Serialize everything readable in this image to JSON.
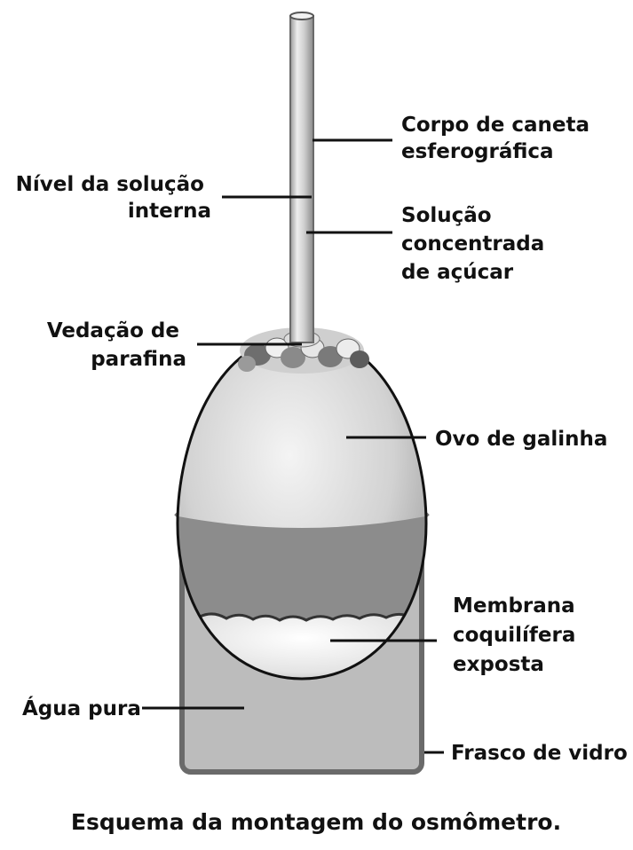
{
  "labels": {
    "pen_body": [
      "Corpo de caneta",
      "esferográfica"
    ],
    "inner_level": [
      "Nível da solução",
      "interna"
    ],
    "sugar_solution": [
      "Solução",
      "concentrada",
      "de açúcar"
    ],
    "paraffin_seal": [
      "Vedação de",
      "parafina"
    ],
    "egg": [
      "Ovo de galinha"
    ],
    "membrane": [
      "Membrana",
      "coquilífera",
      "exposta"
    ],
    "pure_water": [
      "Água pura"
    ],
    "glass_jar": [
      "Frasco de vidro"
    ]
  },
  "caption": "Esquema da montagem do osmômetro."
}
